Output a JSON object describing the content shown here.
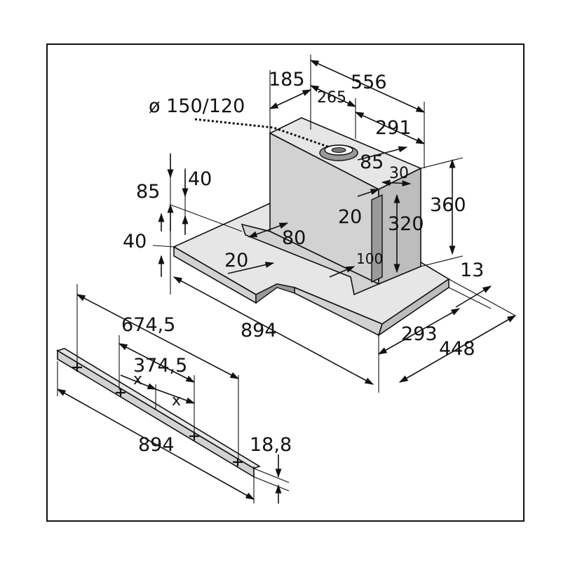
{
  "dimensions": {
    "duct_diameter": "ø 150/120",
    "d185": "185",
    "d556": "556",
    "d265": "265",
    "d291": "291",
    "d85_top": "85",
    "d30": "30",
    "d360": "360",
    "d40_upper": "40",
    "d85_left": "85",
    "d40_lower": "40",
    "d20_right": "20",
    "d320": "320",
    "d80": "80",
    "d20_left": "20",
    "d100": "100",
    "d13": "13",
    "d293": "293",
    "d448": "448",
    "d894_hood": "894",
    "d674_5": "674,5",
    "d374_5": "374,5",
    "x1": "x",
    "x2": "x",
    "d894_strip": "894",
    "d18_8": "18,8"
  }
}
